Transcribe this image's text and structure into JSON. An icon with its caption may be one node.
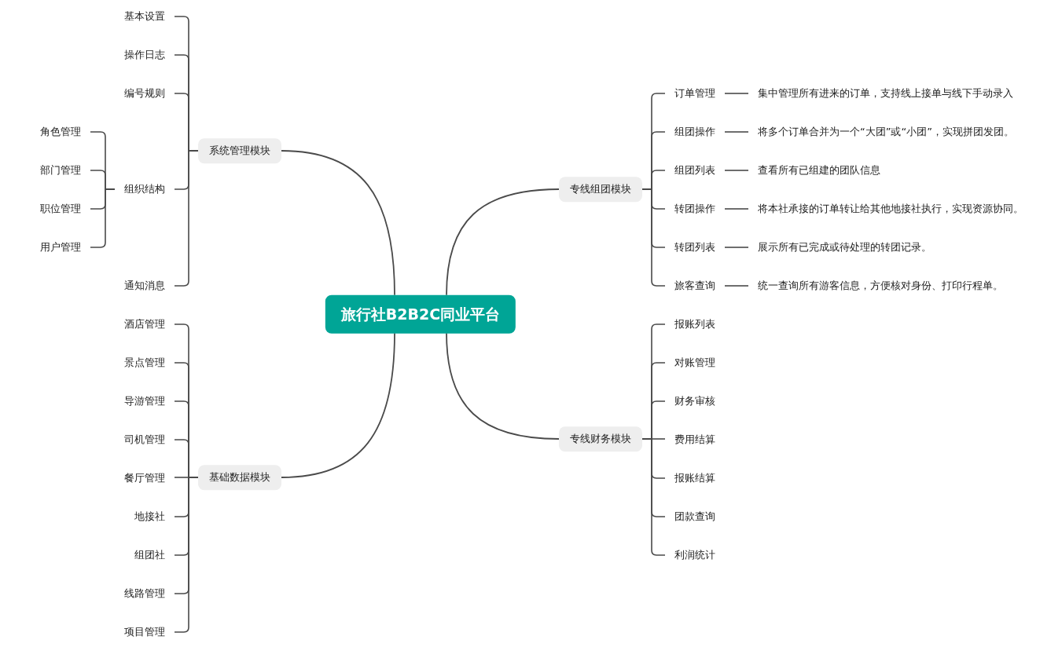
{
  "diagram": {
    "nodes": [
      {
        "text": [
          "旅行社B2B2C同业平台"
        ]
      },
      {
        "text": [
          "系统管理模块"
        ]
      },
      {
        "text": [
          "基本设置"
        ]
      },
      {
        "text": [
          "操作日志"
        ]
      },
      {
        "text": [
          "编号规则"
        ]
      },
      {
        "text": [
          "组织结构"
        ]
      },
      {
        "text": [
          "角色管理"
        ]
      },
      {
        "text": [
          "部门管理"
        ]
      },
      {
        "text": [
          "职位管理"
        ]
      },
      {
        "text": [
          "用户管理"
        ]
      },
      {
        "text": [
          "通知消息"
        ]
      },
      {
        "text": [
          "基础数据模块"
        ]
      },
      {
        "text": [
          "酒店管理"
        ]
      },
      {
        "text": [
          "景点管理"
        ]
      },
      {
        "text": [
          "导游管理"
        ]
      },
      {
        "text": [
          "司机管理"
        ]
      },
      {
        "text": [
          "餐厅管理"
        ]
      },
      {
        "text": [
          "地接社"
        ]
      },
      {
        "text": [
          "组团社"
        ]
      },
      {
        "text": [
          "线路管理"
        ]
      },
      {
        "text": [
          "项目管理"
        ]
      },
      {
        "text": [
          "专线组团模块"
        ]
      },
      {
        "text": [
          "订单管理"
        ]
      },
      {
        "text": [
          "集中管理所有进来的订单，支持线上接单与线下手动录入"
        ]
      },
      {
        "text": [
          "组团操作"
        ]
      },
      {
        "text": [
          "将多个订单合并为一个“大团”或“小团”，实现拼团发团。"
        ]
      },
      {
        "text": [
          "组团列表"
        ]
      },
      {
        "text": [
          "查看所有已组建的团队信息"
        ]
      },
      {
        "text": [
          "转团操作"
        ]
      },
      {
        "text": [
          "将本社承接的订单转让给其他地接社执行，实现资源协同。"
        ]
      },
      {
        "text": [
          "转团列表"
        ]
      },
      {
        "text": [
          "展示所有已完成或待处理的转团记录。"
        ]
      },
      {
        "text": [
          "旅客查询"
        ]
      },
      {
        "text": [
          "统一查询所有游客信息，方便核对身份、打印行程单。"
        ]
      },
      {
        "text": [
          "专线财务模块"
        ]
      },
      {
        "text": [
          "报账列表"
        ]
      },
      {
        "text": [
          "对账管理"
        ]
      },
      {
        "text": [
          "财务审核"
        ]
      },
      {
        "text": [
          "费用结算"
        ]
      },
      {
        "text": [
          "报账结算"
        ]
      },
      {
        "text": [
          "团款查询"
        ]
      },
      {
        "text": [
          "利润统计"
        ]
      }
    ],
    "edges": [
      {
        "from": 0,
        "to": 1,
        "arrow": "none"
      },
      {
        "from": 0,
        "to": 11,
        "arrow": "none"
      },
      {
        "from": 0,
        "to": 21,
        "arrow": "none"
      },
      {
        "from": 0,
        "to": 34,
        "arrow": "none"
      },
      {
        "from": 1,
        "to": 2,
        "arrow": "none"
      },
      {
        "from": 1,
        "to": 3,
        "arrow": "none"
      },
      {
        "from": 1,
        "to": 4,
        "arrow": "none"
      },
      {
        "from": 1,
        "to": 5,
        "arrow": "none"
      },
      {
        "from": 1,
        "to": 10,
        "arrow": "none"
      },
      {
        "from": 5,
        "to": 6,
        "arrow": "none"
      },
      {
        "from": 5,
        "to": 7,
        "arrow": "none"
      },
      {
        "from": 5,
        "to": 8,
        "arrow": "none"
      },
      {
        "from": 5,
        "to": 9,
        "arrow": "none"
      },
      {
        "from": 11,
        "to": 12,
        "arrow": "none"
      },
      {
        "from": 11,
        "to": 13,
        "arrow": "none"
      },
      {
        "from": 11,
        "to": 14,
        "arrow": "none"
      },
      {
        "from": 11,
        "to": 15,
        "arrow": "none"
      },
      {
        "from": 11,
        "to": 16,
        "arrow": "none"
      },
      {
        "from": 11,
        "to": 17,
        "arrow": "none"
      },
      {
        "from": 11,
        "to": 18,
        "arrow": "none"
      },
      {
        "from": 11,
        "to": 19,
        "arrow": "none"
      },
      {
        "from": 11,
        "to": 20,
        "arrow": "none"
      },
      {
        "from": 21,
        "to": 22,
        "arrow": "none"
      },
      {
        "from": 21,
        "to": 24,
        "arrow": "none"
      },
      {
        "from": 21,
        "to": 26,
        "arrow": "none"
      },
      {
        "from": 21,
        "to": 28,
        "arrow": "none"
      },
      {
        "from": 21,
        "to": 30,
        "arrow": "none"
      },
      {
        "from": 21,
        "to": 32,
        "arrow": "none"
      },
      {
        "from": 22,
        "to": 23,
        "arrow": "none"
      },
      {
        "from": 24,
        "to": 25,
        "arrow": "none"
      },
      {
        "from": 26,
        "to": 27,
        "arrow": "none"
      },
      {
        "from": 28,
        "to": 29,
        "arrow": "none"
      },
      {
        "from": 30,
        "to": 31,
        "arrow": "none"
      },
      {
        "from": 32,
        "to": 33,
        "arrow": "none"
      },
      {
        "from": 34,
        "to": 35,
        "arrow": "none"
      },
      {
        "from": 34,
        "to": 36,
        "arrow": "none"
      },
      {
        "from": 34,
        "to": 37,
        "arrow": "none"
      },
      {
        "from": 34,
        "to": 38,
        "arrow": "none"
      },
      {
        "from": 34,
        "to": 39,
        "arrow": "none"
      },
      {
        "from": 34,
        "to": 40,
        "arrow": "none"
      },
      {
        "from": 34,
        "to": 41,
        "arrow": "none"
      }
    ]
  }
}
